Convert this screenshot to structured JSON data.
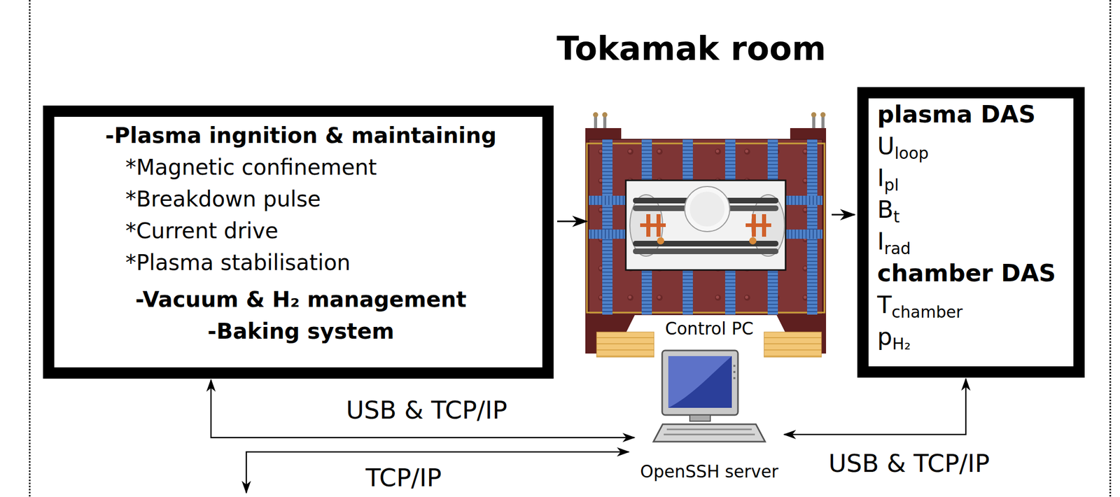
{
  "diagram": {
    "title": "Tokamak room",
    "nodes": [
      {
        "text": [
          "-Plasma ingnition & maintaining",
          "*Magnetic confinement",
          "*Breakdown pulse",
          "*Current drive",
          "*Plasma stabilisation",
          "-Vacuum & H₂ management",
          "-Baking system"
        ]
      },
      {
        "text": [
          "plasma DAS",
          "Uloop",
          "Ipl",
          "Bt",
          "Irad",
          "chamber DAS",
          "Tchamber",
          "pH₂"
        ]
      },
      {
        "text": [
          "Control PC",
          "OpenSSH server"
        ]
      }
    ],
    "edges": [
      {
        "from": 0,
        "to": 2,
        "label": "USB & TCP/IP",
        "arrow": "both"
      },
      {
        "from": 1,
        "to": 2,
        "label": "USB & TCP/IP",
        "arrow": "both"
      }
    ],
    "labels": [
      "TCP/IP"
    ]
  }
}
